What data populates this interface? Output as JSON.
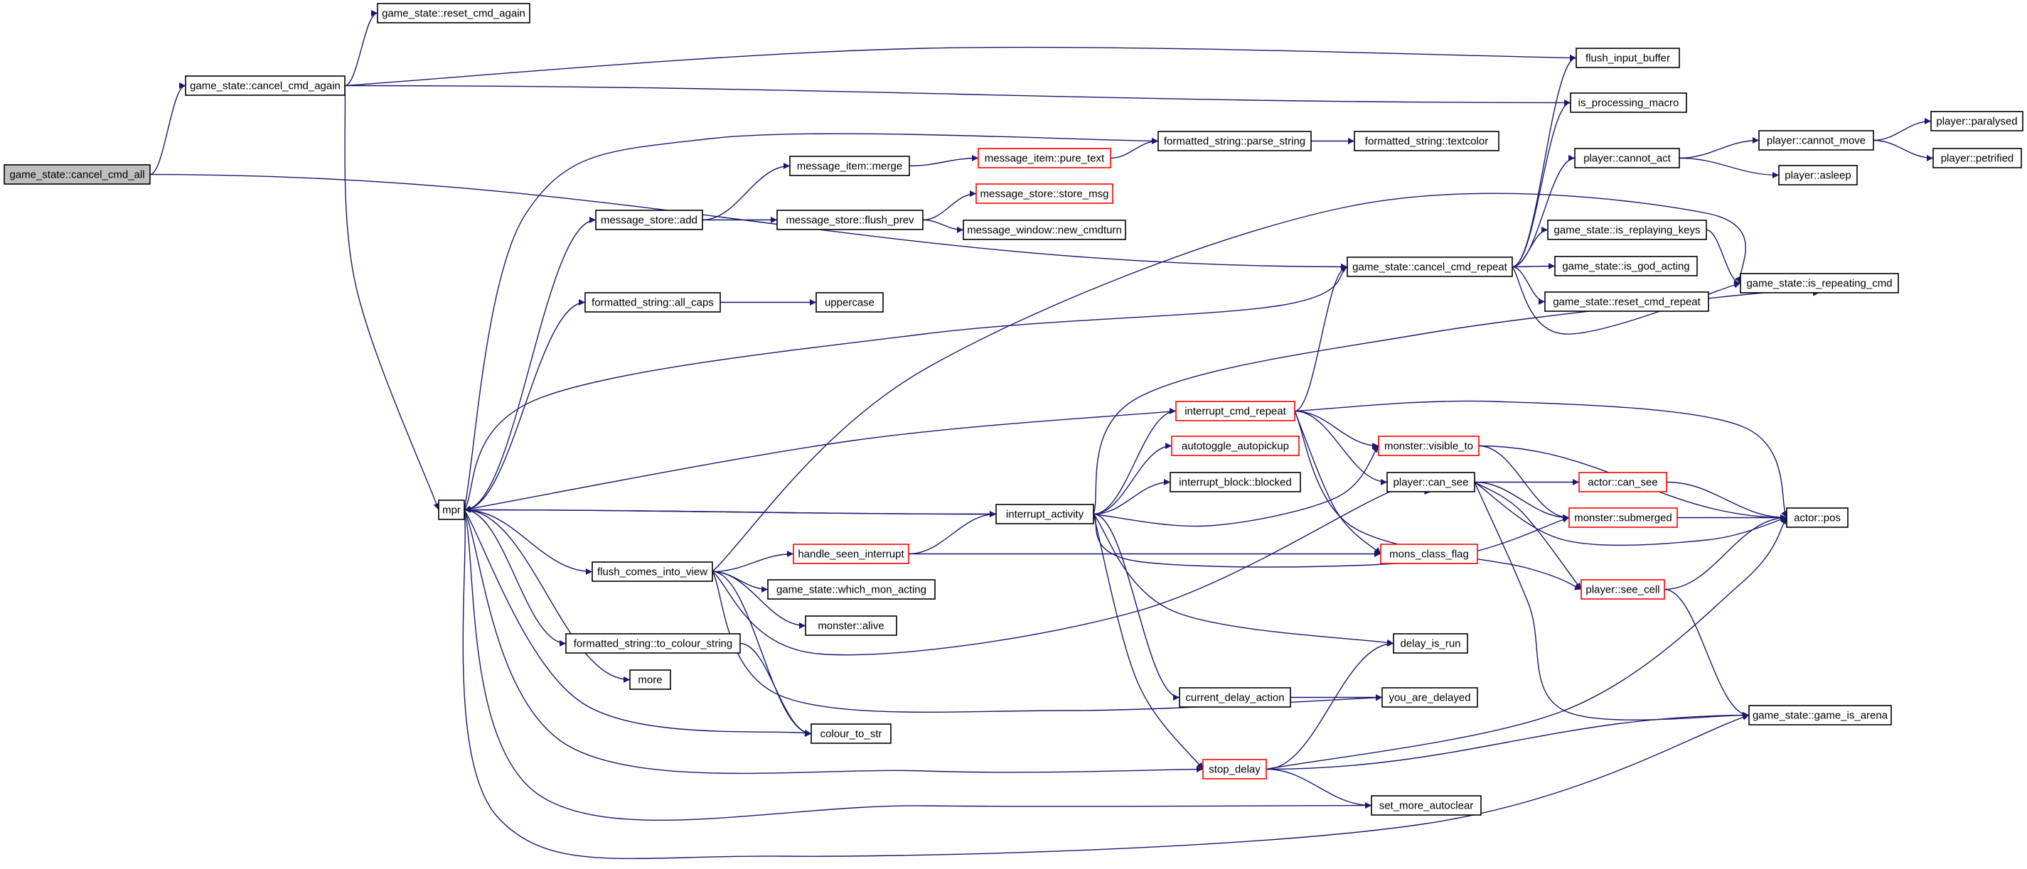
{
  "colors": {
    "edge": "#191970",
    "node_border": "#000000",
    "truncated_border": "#ff0000",
    "root_fill": "#bfbfbf",
    "background": "#ffffff"
  },
  "nodes": [
    {
      "id": "cancel_cmd_all",
      "label": "game_state::cancel_cmd_all",
      "root": true
    },
    {
      "id": "reset_cmd_again",
      "label": "game_state::reset_cmd_again"
    },
    {
      "id": "cancel_cmd_again",
      "label": "game_state::cancel_cmd_again"
    },
    {
      "id": "flush_input_buffer",
      "label": "flush_input_buffer"
    },
    {
      "id": "is_processing_macro",
      "label": "is_processing_macro"
    },
    {
      "id": "parse_string",
      "label": "formatted_string::parse_string"
    },
    {
      "id": "textcolor",
      "label": "formatted_string::textcolor"
    },
    {
      "id": "mi_merge",
      "label": "message_item::merge"
    },
    {
      "id": "mi_pure_text",
      "label": "message_item::pure_text",
      "truncated": true
    },
    {
      "id": "ms_add",
      "label": "message_store::add"
    },
    {
      "id": "ms_flush_prev",
      "label": "message_store::flush_prev"
    },
    {
      "id": "ms_store_msg",
      "label": "message_store::store_msg",
      "truncated": true
    },
    {
      "id": "mw_new_cmdturn",
      "label": "message_window::new_cmdturn"
    },
    {
      "id": "cannot_act",
      "label": "player::cannot_act"
    },
    {
      "id": "cannot_move",
      "label": "player::cannot_move"
    },
    {
      "id": "paralysed",
      "label": "player::paralysed"
    },
    {
      "id": "petrified",
      "label": "player::petrified"
    },
    {
      "id": "asleep",
      "label": "player::asleep"
    },
    {
      "id": "is_replaying_keys",
      "label": "game_state::is_replaying_keys"
    },
    {
      "id": "cancel_cmd_repeat",
      "label": "game_state::cancel_cmd_repeat"
    },
    {
      "id": "is_god_acting",
      "label": "game_state::is_god_acting"
    },
    {
      "id": "is_repeating_cmd",
      "label": "game_state::is_repeating_cmd"
    },
    {
      "id": "reset_cmd_repeat",
      "label": "game_state::reset_cmd_repeat"
    },
    {
      "id": "all_caps",
      "label": "formatted_string::all_caps"
    },
    {
      "id": "uppercase",
      "label": "uppercase"
    },
    {
      "id": "interrupt_cmd_repeat",
      "label": "interrupt_cmd_repeat",
      "truncated": true
    },
    {
      "id": "autotoggle_autopickup",
      "label": "autotoggle_autopickup",
      "truncated": true
    },
    {
      "id": "interrupt_block_blocked",
      "label": "interrupt_block::blocked"
    },
    {
      "id": "monster_visible_to",
      "label": "monster::visible_to",
      "truncated": true
    },
    {
      "id": "player_can_see",
      "label": "player::can_see"
    },
    {
      "id": "actor_can_see",
      "label": "actor::can_see",
      "truncated": true
    },
    {
      "id": "monster_submerged",
      "label": "monster::submerged",
      "truncated": true
    },
    {
      "id": "actor_pos",
      "label": "actor::pos"
    },
    {
      "id": "mpr",
      "label": "mpr"
    },
    {
      "id": "interrupt_activity",
      "label": "interrupt_activity"
    },
    {
      "id": "flush_comes_into_view",
      "label": "flush_comes_into_view"
    },
    {
      "id": "handle_seen_interrupt",
      "label": "handle_seen_interrupt",
      "truncated": true
    },
    {
      "id": "mons_class_flag",
      "label": "mons_class_flag",
      "truncated": true
    },
    {
      "id": "which_mon_acting",
      "label": "game_state::which_mon_acting"
    },
    {
      "id": "monster_alive",
      "label": "monster::alive"
    },
    {
      "id": "player_see_cell",
      "label": "player::see_cell",
      "truncated": true
    },
    {
      "id": "to_colour_string",
      "label": "formatted_string::to_colour_string"
    },
    {
      "id": "delay_is_run",
      "label": "delay_is_run"
    },
    {
      "id": "more",
      "label": "more"
    },
    {
      "id": "current_delay_action",
      "label": "current_delay_action"
    },
    {
      "id": "you_are_delayed",
      "label": "you_are_delayed"
    },
    {
      "id": "colour_to_str",
      "label": "colour_to_str"
    },
    {
      "id": "game_is_arena",
      "label": "game_state::game_is_arena"
    },
    {
      "id": "stop_delay",
      "label": "stop_delay",
      "truncated": true
    },
    {
      "id": "set_more_autoclear",
      "label": "set_more_autoclear"
    }
  ],
  "edges": [
    [
      "cancel_cmd_all",
      "cancel_cmd_again"
    ],
    [
      "cancel_cmd_all",
      "cancel_cmd_repeat"
    ],
    [
      "cancel_cmd_again",
      "reset_cmd_again"
    ],
    [
      "cancel_cmd_again",
      "flush_input_buffer"
    ],
    [
      "cancel_cmd_again",
      "is_processing_macro"
    ],
    [
      "cancel_cmd_again",
      "mpr"
    ],
    [
      "mpr",
      "parse_string"
    ],
    [
      "mpr",
      "ms_add"
    ],
    [
      "mpr",
      "all_caps"
    ],
    [
      "mpr",
      "cancel_cmd_repeat"
    ],
    [
      "mpr",
      "interrupt_activity"
    ],
    [
      "mpr",
      "flush_comes_into_view"
    ],
    [
      "mpr",
      "to_colour_string"
    ],
    [
      "mpr",
      "more"
    ],
    [
      "mpr",
      "colour_to_str"
    ],
    [
      "mpr",
      "stop_delay"
    ],
    [
      "mpr",
      "set_more_autoclear"
    ],
    [
      "mpr",
      "game_is_arena"
    ],
    [
      "parse_string",
      "textcolor"
    ],
    [
      "ms_add",
      "mi_merge"
    ],
    [
      "ms_add",
      "ms_flush_prev"
    ],
    [
      "mi_merge",
      "mi_pure_text"
    ],
    [
      "mi_pure_text",
      "parse_string"
    ],
    [
      "ms_flush_prev",
      "ms_store_msg"
    ],
    [
      "ms_flush_prev",
      "mw_new_cmdturn"
    ],
    [
      "all_caps",
      "uppercase"
    ],
    [
      "cancel_cmd_repeat",
      "flush_input_buffer"
    ],
    [
      "cancel_cmd_repeat",
      "is_processing_macro"
    ],
    [
      "cancel_cmd_repeat",
      "cannot_act"
    ],
    [
      "cancel_cmd_repeat",
      "is_replaying_keys"
    ],
    [
      "cancel_cmd_repeat",
      "is_god_acting"
    ],
    [
      "cancel_cmd_repeat",
      "reset_cmd_repeat"
    ],
    [
      "cancel_cmd_repeat",
      "is_repeating_cmd"
    ],
    [
      "cannot_act",
      "cannot_move"
    ],
    [
      "cannot_act",
      "asleep"
    ],
    [
      "cannot_move",
      "paralysed"
    ],
    [
      "cannot_move",
      "petrified"
    ],
    [
      "is_replaying_keys",
      "is_repeating_cmd"
    ],
    [
      "interrupt_activity",
      "mpr"
    ],
    [
      "interrupt_activity",
      "interrupt_cmd_repeat"
    ],
    [
      "interrupt_activity",
      "autotoggle_autopickup"
    ],
    [
      "interrupt_activity",
      "interrupt_block_blocked"
    ],
    [
      "interrupt_activity",
      "monster_visible_to"
    ],
    [
      "interrupt_activity",
      "is_repeating_cmd"
    ],
    [
      "interrupt_activity",
      "monster_submerged"
    ],
    [
      "interrupt_activity",
      "delay_is_run"
    ],
    [
      "interrupt_activity",
      "current_delay_action"
    ],
    [
      "interrupt_activity",
      "stop_delay"
    ],
    [
      "interrupt_cmd_repeat",
      "mpr"
    ],
    [
      "interrupt_cmd_repeat",
      "cancel_cmd_repeat"
    ],
    [
      "interrupt_cmd_repeat",
      "monster_visible_to"
    ],
    [
      "interrupt_cmd_repeat",
      "mons_class_flag"
    ],
    [
      "interrupt_cmd_repeat",
      "actor_pos"
    ],
    [
      "interrupt_cmd_repeat",
      "player_can_see"
    ],
    [
      "interrupt_cmd_repeat",
      "player_see_cell"
    ],
    [
      "monster_visible_to",
      "actor_pos"
    ],
    [
      "monster_visible_to",
      "monster_submerged"
    ],
    [
      "player_can_see",
      "actor_can_see"
    ],
    [
      "player_can_see",
      "monster_submerged"
    ],
    [
      "player_can_see",
      "actor_pos"
    ],
    [
      "player_can_see",
      "player_see_cell"
    ],
    [
      "player_can_see",
      "game_is_arena"
    ],
    [
      "actor_can_see",
      "actor_pos"
    ],
    [
      "monster_submerged",
      "actor_pos"
    ],
    [
      "player_see_cell",
      "actor_pos"
    ],
    [
      "player_see_cell",
      "game_is_arena"
    ],
    [
      "flush_comes_into_view",
      "handle_seen_interrupt"
    ],
    [
      "flush_comes_into_view",
      "which_mon_acting"
    ],
    [
      "flush_comes_into_view",
      "monster_alive"
    ],
    [
      "flush_comes_into_view",
      "player_can_see"
    ],
    [
      "flush_comes_into_view",
      "is_repeating_cmd"
    ],
    [
      "flush_comes_into_view",
      "you_are_delayed"
    ],
    [
      "flush_comes_into_view",
      "colour_to_str"
    ],
    [
      "handle_seen_interrupt",
      "interrupt_activity"
    ],
    [
      "handle_seen_interrupt",
      "mons_class_flag"
    ],
    [
      "to_colour_string",
      "colour_to_str"
    ],
    [
      "current_delay_action",
      "you_are_delayed"
    ],
    [
      "stop_delay",
      "delay_is_run"
    ],
    [
      "stop_delay",
      "actor_pos"
    ],
    [
      "stop_delay",
      "game_is_arena"
    ],
    [
      "stop_delay",
      "set_more_autoclear"
    ]
  ]
}
